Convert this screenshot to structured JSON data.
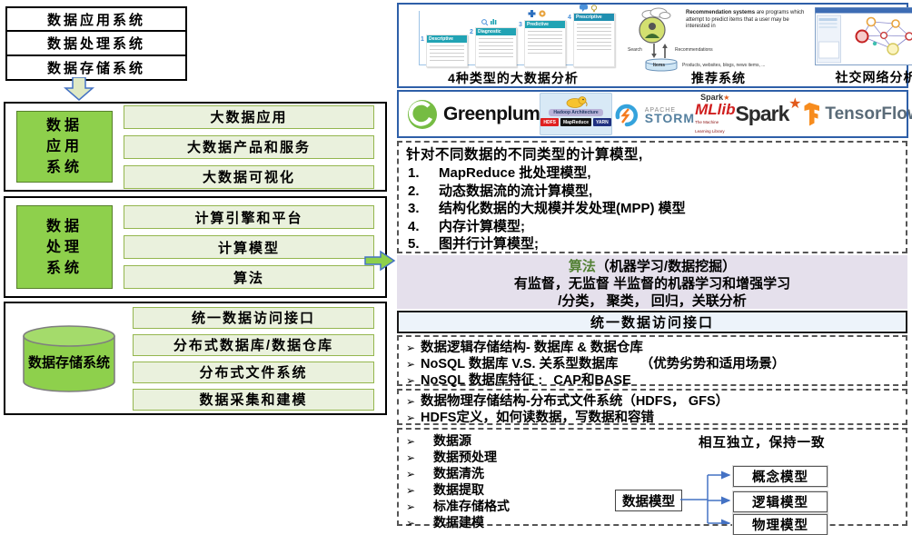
{
  "colors": {
    "accent_green": "#8ED04C",
    "pale_green": "#EAF1DD",
    "panel_blue_border": "#2E5FA8",
    "lavender": "#E5E0EC",
    "connector_blue": "#4472C4",
    "algo_green_text": "#538135"
  },
  "left": {
    "top_boxes": [
      "数据应用系统",
      "数据处理系统",
      "数据存储系统"
    ],
    "app_section": {
      "label_lines": [
        "数据",
        "应用",
        "系统"
      ],
      "items": [
        "大数据应用",
        "大数据产品和服务",
        "大数据可视化"
      ]
    },
    "proc_section": {
      "label_lines": [
        "数据",
        "处理",
        "系统"
      ],
      "items": [
        "计算引擎和平台",
        "计算模型",
        "算法"
      ]
    },
    "storage_section": {
      "label": "数据存储系统",
      "items": [
        "统一数据访问接口",
        "分布式数据库/数据仓库",
        "分布式文件系统",
        "数据采集和建模"
      ]
    }
  },
  "gallery": {
    "analytics": {
      "caption": "4种类型的大数据分析",
      "cards": [
        "Descriptive",
        "Diagnostic",
        "Predictive",
        "Prescriptive"
      ],
      "step_numbers": [
        "1",
        "2",
        "3",
        "4"
      ]
    },
    "recommender": {
      "caption": "推荐系统",
      "blurb_bold": "Recommendation systems",
      "blurb_rest": " are programs which attempt to predict items that a user may be interested in",
      "search_label": "Search",
      "rec_label": "Recommendations",
      "items_label": "Items",
      "products_label": "Products, websites, blogs, news items, ..."
    },
    "social": {
      "caption": "社交网络分析"
    }
  },
  "logos": {
    "greenplum": "Greenplum",
    "hadoop": {
      "title": "Hadoop Architecture",
      "chips": [
        "HDFS",
        "MapReduce",
        "YARN"
      ]
    },
    "storm": {
      "line1": "APACHE",
      "line2": "STORM"
    },
    "mllib": {
      "spark": "Spark",
      "star": "★",
      "name": "MLlib",
      "sub": "The Machine Learning Library"
    },
    "spark": {
      "name": "Spark",
      "star": "★"
    },
    "tensorflow": "TensorFlow"
  },
  "models": {
    "title": "针对不同数据的不同类型的计算模型,",
    "items": [
      {
        "num": "1.",
        "bold": "MapReduce",
        "text": " 批处理模型,"
      },
      {
        "num": "2.",
        "bold": "",
        "text": "动态数据流的流计算模型,"
      },
      {
        "num": "3.",
        "bold": "",
        "text": "结构化数据的大规模并发处理(MPP) 模型"
      },
      {
        "num": "4.",
        "bold": "",
        "text": "内存计算模型;"
      },
      {
        "num": "5.",
        "bold": "",
        "text": "图并行计算模型;"
      }
    ]
  },
  "algorithm": {
    "title_green": "算法",
    "title_rest": "（机器学习/数据挖掘）",
    "line2": "有监督，无监督 半监督的机器学习和增强学习",
    "line3": "/分类， 聚类， 回归，关联分析"
  },
  "access": {
    "header": "统一数据访问接口",
    "bullet": "➢",
    "logical_items": [
      "数据逻辑存储结构- 数据库 & 数据仓库",
      "NoSQL 数据库 V.S. 关系型数据库      （优势劣势和适用场景）",
      "NoSQL 数据库特征 :   CAP和BASE"
    ],
    "physical_items": [
      "数据物理存储结构-分布式文件系统（HDFS， GFS）",
      "HDFS定义，如何读数据，写数据和容错"
    ]
  },
  "pipeline": {
    "bullet": "➢",
    "items": [
      "数据源",
      "数据预处理",
      "数据清洗",
      "数据提取",
      "标准存储格式",
      "数据建模"
    ],
    "note": "相互独立，保持一致",
    "root": "数据模型",
    "children": [
      "概念模型",
      "逻辑模型",
      "物理模型"
    ]
  }
}
